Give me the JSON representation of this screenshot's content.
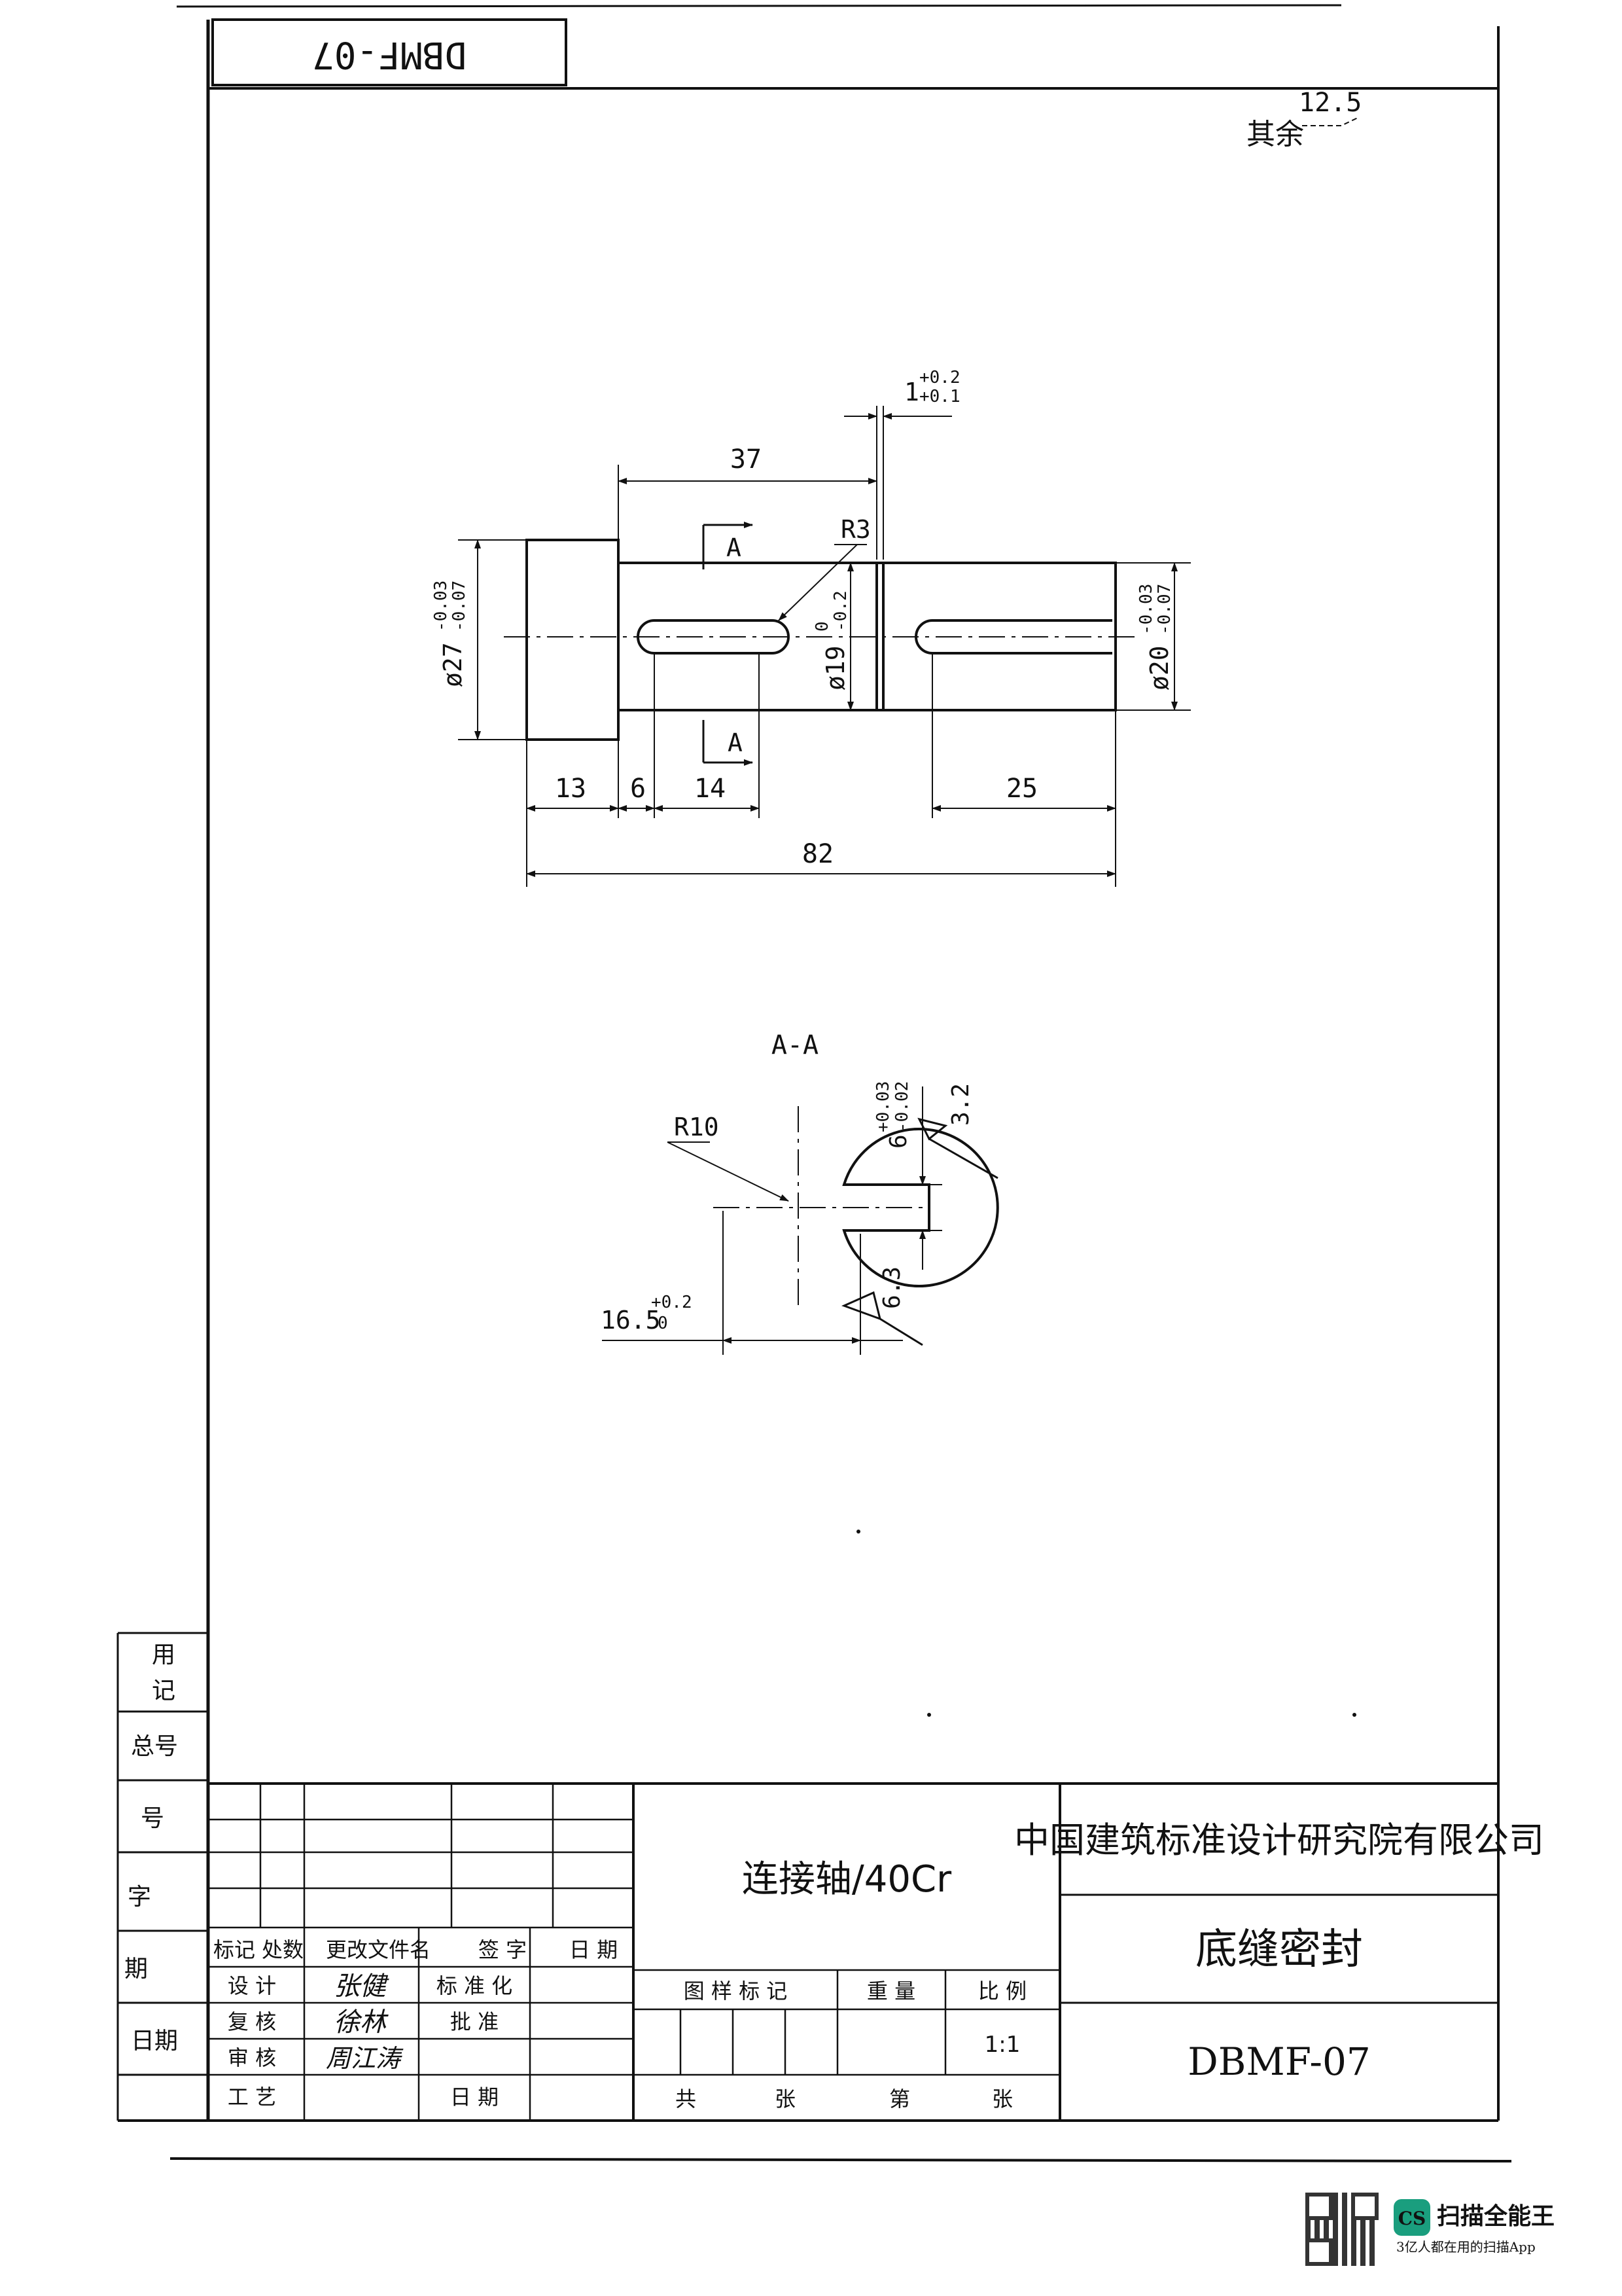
{
  "corner_stamp": "DBMF-07",
  "roughness_note": {
    "prefix": "其余",
    "value": "12.5"
  },
  "main_view": {
    "dim_slot_gap": "1",
    "dim_slot_gap_tol_upper": "+0.2",
    "dim_slot_gap_tol_lower": "+0.1",
    "dim_length_37": "37",
    "radius_r3": "R3",
    "section_mark_top": "A",
    "section_mark_bottom": "A",
    "dia_27": "ø27",
    "dia_27_tol_upper": "-0.03",
    "dia_27_tol_lower": "-0.07",
    "dia_19": "ø19",
    "dia_19_tol_upper": "0",
    "dia_19_tol_lower": "-0.2",
    "dia_20": "ø20",
    "dia_20_tol_upper": "-0.03",
    "dia_20_tol_lower": "-0.07",
    "dim_13": "13",
    "dim_6": "6",
    "dim_14": "14",
    "dim_25": "25",
    "dim_82": "82"
  },
  "section_view": {
    "title": "A-A",
    "radius_r10": "R10",
    "key_width": "6",
    "key_width_tol_upper": "+0.03",
    "key_width_tol_lower": "-0.02",
    "roughness_top": "3.2",
    "roughness_bottom": "6.3",
    "depth": "16.5",
    "depth_tol_upper": "+0.2",
    "depth_tol_lower": "0"
  },
  "left_strip": {
    "row1": "用\n记",
    "row2": "总号",
    "row3": "号",
    "row4": "字",
    "row5": "期",
    "row6": "日期"
  },
  "revision_table": {
    "headers": [
      "标记",
      "处数",
      "更改文件名",
      "签 字",
      "日 期"
    ]
  },
  "sign_block": {
    "design_label": "设 计",
    "design_sign": "张健",
    "review_label": "复 核",
    "review_sign": "徐林",
    "check_label": "审 核",
    "check_sign": "周江涛",
    "craft_label": "工 艺",
    "standard_label": "标 准 化",
    "approve_label": "批 准",
    "date_label": "日 期"
  },
  "part_name": "连接轴/40Cr",
  "info_block": {
    "pattern_mark": "图 样 标 记",
    "weight": "重 量",
    "scale_label": "比 例",
    "scale_value": "1:1",
    "total_sheets": "共",
    "sheet_unit_1": "张",
    "sheet_no": "第",
    "sheet_unit_2": "张"
  },
  "company": "中国建筑标准设计研究院有限公司",
  "drawing_title": "底缝密封",
  "drawing_no": "DBMF-07",
  "brand": {
    "logo_text": "CS",
    "name": "扫描全能王",
    "tagline": "3亿人都在用的扫描App"
  }
}
